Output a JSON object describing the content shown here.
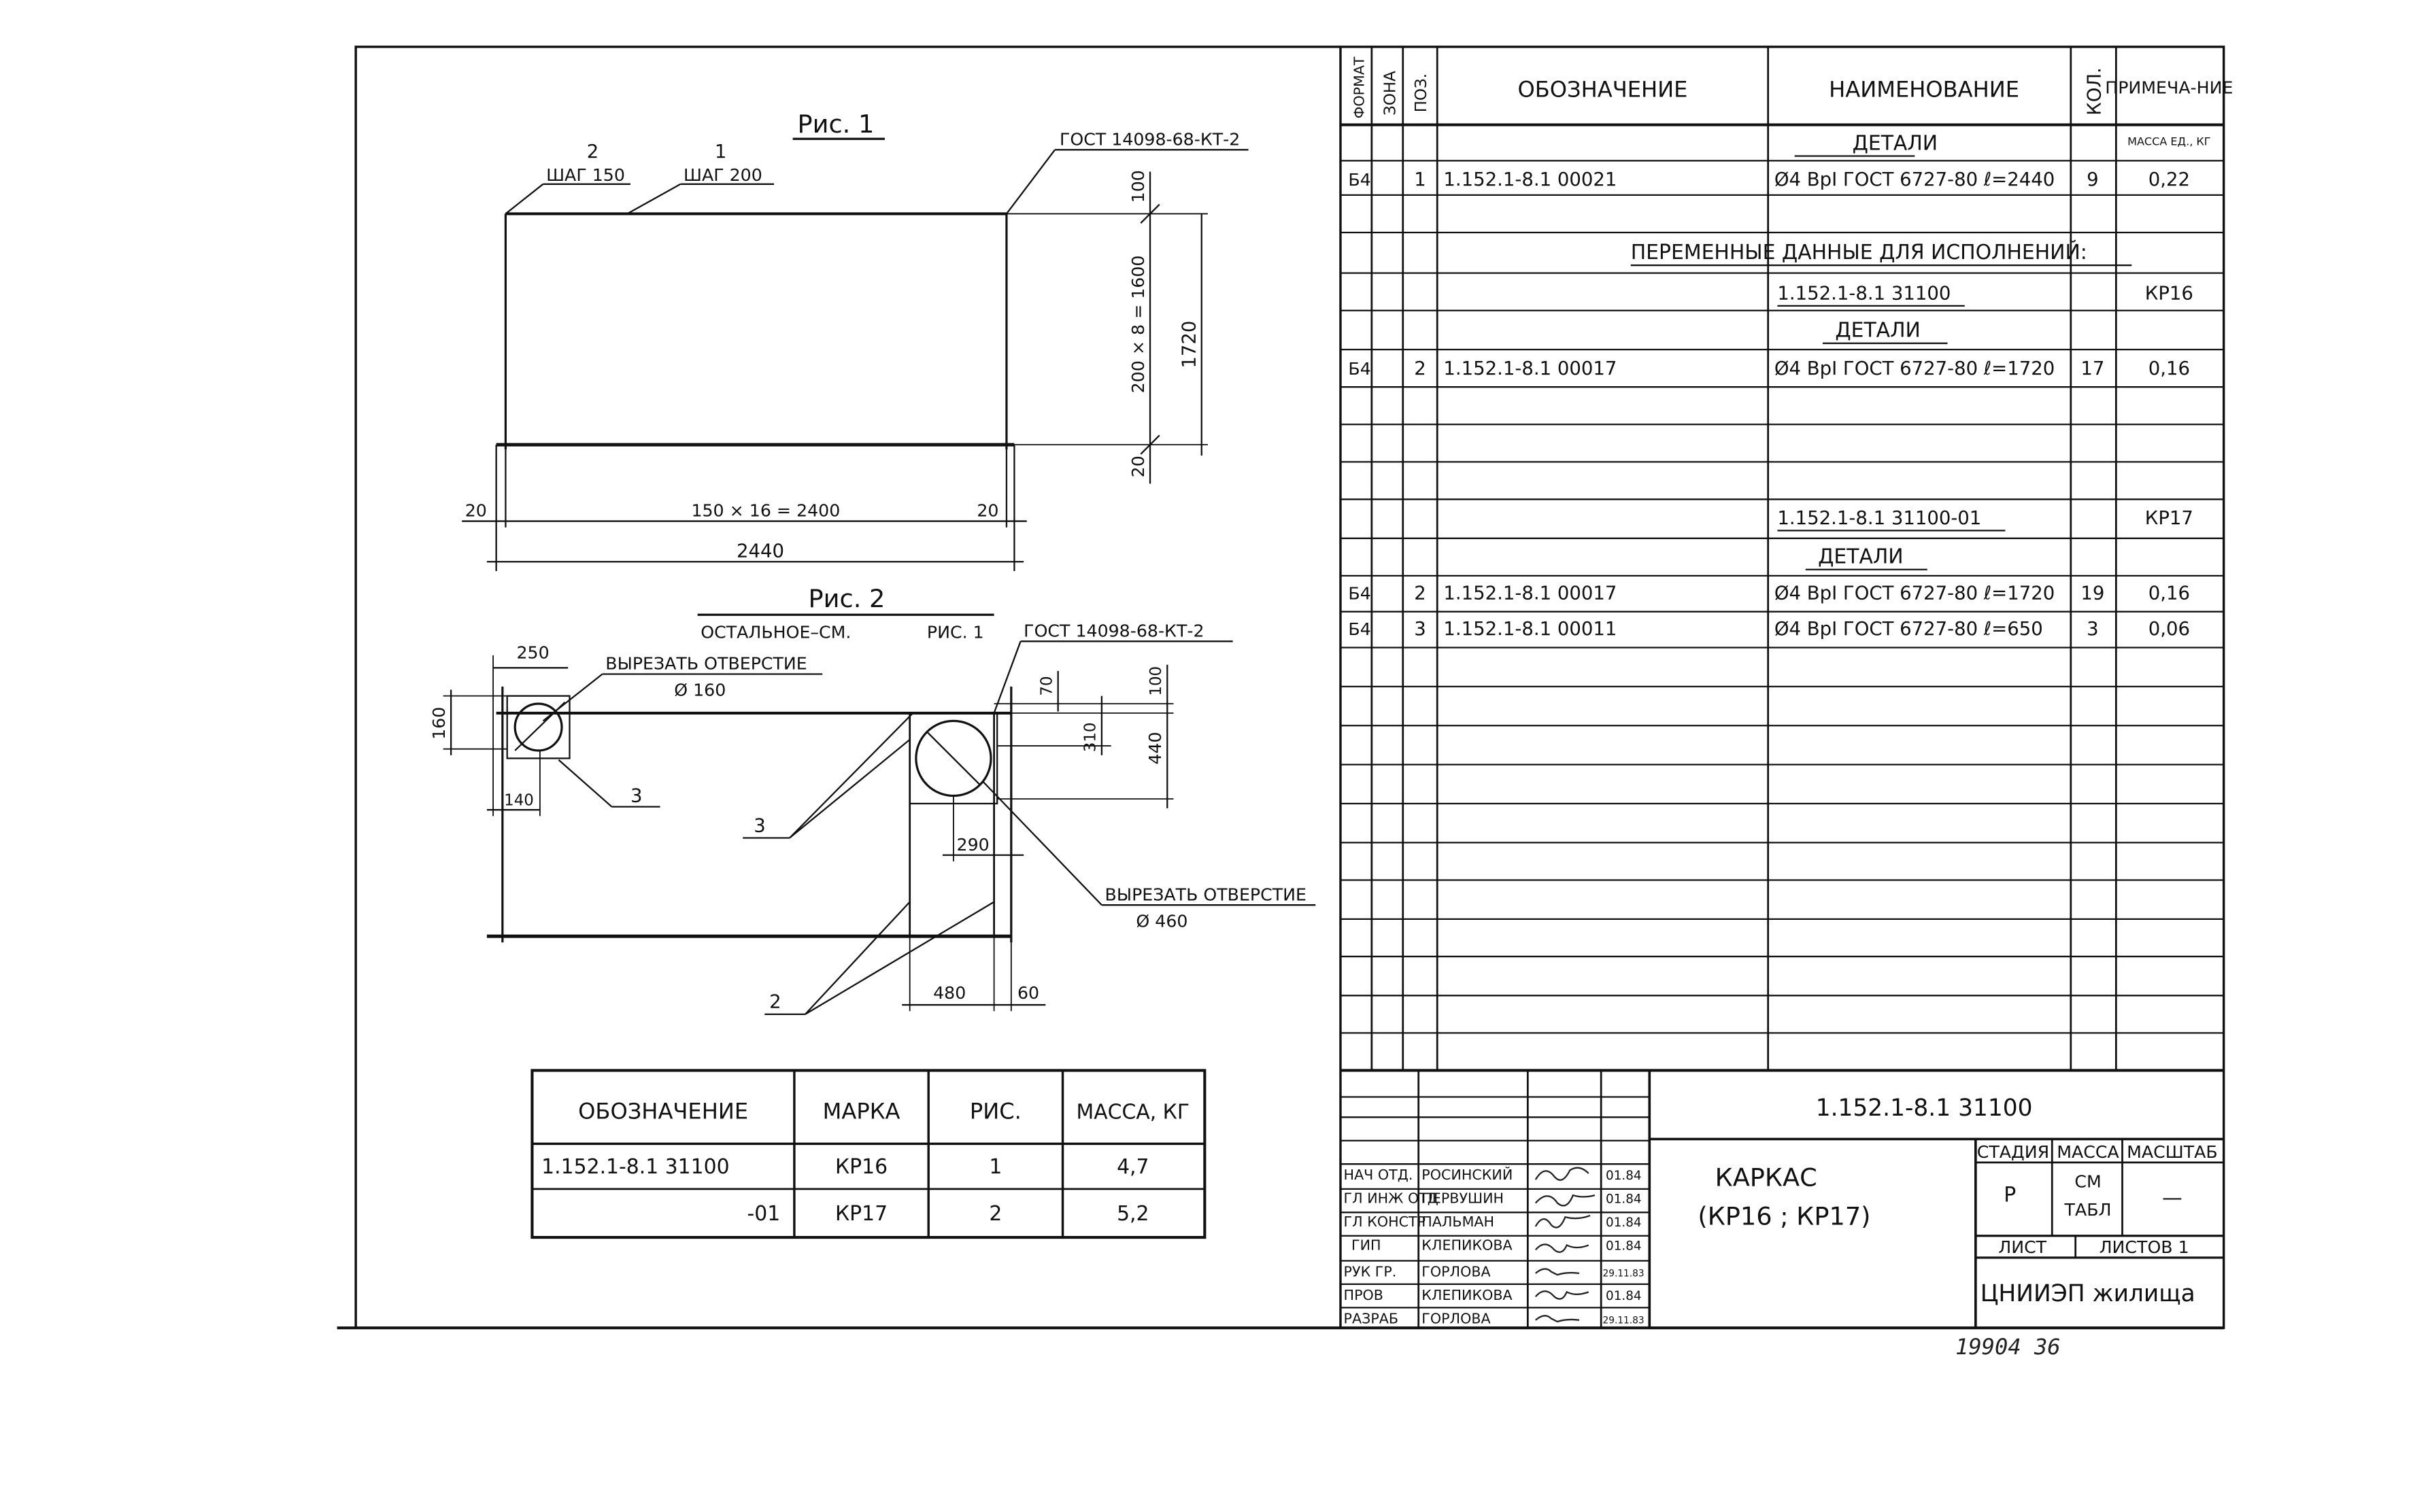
{
  "drawing": {
    "fig1": {
      "title": "Рис. 1",
      "bar2": {
        "num": "2",
        "label": "ШАГ 150"
      },
      "bar1": {
        "num": "1",
        "label": "ШАГ 200"
      },
      "gost": "ГОСТ 14098-68-КТ-2",
      "dims": {
        "top": "100",
        "vertical": "200 × 8 = 1600",
        "total_height": "1720",
        "bottom": "20",
        "left": "20",
        "middle": "150 × 16 = 2400",
        "right": "20",
        "total_width": "2440"
      }
    },
    "fig2": {
      "title": "Рис. 2",
      "note_left": "ОСТАЛЬНОЕ–СМ.",
      "note_right": "РИС. 1",
      "gost": "ГОСТ 14098-68-КТ-2",
      "hole_small": {
        "label": "ВЫРЕЗАТЬ ОТВЕРСТИЕ",
        "dia": "Ø 160",
        "dim_w": "250",
        "dim_h": "160",
        "dim_off": "140",
        "ref": "3"
      },
      "hole_big": {
        "label": "ВЫРЕЗАТЬ ОТВЕРСТИЕ",
        "dia": "Ø 460"
      },
      "dims": {
        "d70": "70",
        "d100": "100",
        "d310": "310",
        "d440": "440",
        "d290": "290",
        "d480": "480",
        "d60": "60"
      },
      "refs": {
        "r3": "3",
        "r2": "2"
      }
    }
  },
  "mark_table": {
    "headers": [
      "ОБОЗНАЧЕНИЕ",
      "МАРКА",
      "РИС.",
      "МАССА, КГ"
    ],
    "rows": [
      [
        "1.152.1-8.1  31100",
        "КР16",
        "1",
        "4,7"
      ],
      [
        "-01",
        "КР17",
        "2",
        "5,2"
      ]
    ]
  },
  "spec": {
    "headers": {
      "format": "ФОРМАТ",
      "zone": "ЗОНА",
      "pos": "ПОЗ.",
      "designation": "ОБОЗНАЧЕНИЕ",
      "name": "НАИМЕНОВАНИЕ",
      "qty": "КОЛ.",
      "note": "ПРИМЕЧА-НИЕ"
    },
    "section_details": "ДЕТАЛИ",
    "mass_unit_note": "МАССА ЕД., КГ",
    "variable_data": "ПЕРЕМЕННЫЕ ДАННЫЕ ДЛЯ ИСПОЛНЕНИЙ:",
    "rows": [
      {
        "format": "Б4",
        "pos": "1",
        "designation": "1.152.1-8.1  00021",
        "name": "Ø4 ВрI ГОСТ 6727-80 ℓ=2440",
        "qty": "9",
        "note": "0,22"
      },
      {
        "name": "1.152.1-8.1  31100",
        "note": "КР16"
      },
      {
        "name": "ДЕТАЛИ"
      },
      {
        "format": "Б4",
        "pos": "2",
        "designation": "1.152.1-8.1  00017",
        "name": "Ø4 ВрI ГОСТ 6727-80 ℓ=1720",
        "qty": "17",
        "note": "0,16"
      },
      {
        "name": "1.152.1-8.1  31100-01",
        "note": "КР17"
      },
      {
        "name": "ДЕТАЛИ"
      },
      {
        "format": "Б4",
        "pos": "2",
        "designation": "1.152.1-8.1  00017",
        "name": "Ø4 ВрI ГОСТ 6727-80 ℓ=1720",
        "qty": "19",
        "note": "0,16"
      },
      {
        "format": "Б4",
        "pos": "3",
        "designation": "1.152.1-8.1  00011",
        "name": "Ø4 ВрI ГОСТ 6727-80 ℓ=650",
        "qty": "3",
        "note": "0,06"
      }
    ]
  },
  "title_block": {
    "doc_code": "1.152.1-8.1   31100",
    "title_line1": "КАРКАС",
    "title_line2": "(КР16 ; КР17)",
    "stage_label": "СТАДИЯ",
    "mass_label": "МАССА",
    "scale_label": "МАСШТАБ",
    "stage": "Р",
    "mass_line1": "СМ",
    "mass_line2": "ТАБЛ",
    "scale": "—",
    "sheet_label": "ЛИСТ",
    "sheets_label": "ЛИСТОВ 1",
    "org": "ЦНИИЭП жилища",
    "staff": [
      {
        "role": "НАЧ ОТД.",
        "name": "РОСИНСКИЙ",
        "date": "01.84"
      },
      {
        "role": "ГЛ ИНЖ ОТД",
        "name": "ПЕРВУШИН",
        "date": "01.84"
      },
      {
        "role": "ГЛ КОНСТР",
        "name": "ПАЛЬМАН",
        "date": "01.84"
      },
      {
        "role": "ГИП",
        "name": "КЛЕПИКОВА",
        "date": "01.84"
      },
      {
        "role": "РУК ГР.",
        "name": "ГОРЛОВА",
        "date": "29.11.83"
      },
      {
        "role": "ПРОВ",
        "name": "КЛЕПИКОВА",
        "date": "01.84"
      },
      {
        "role": "РАЗРАБ",
        "name": "ГОРЛОВА",
        "date": "29.11.83"
      }
    ]
  },
  "archive_number": "19904 36"
}
